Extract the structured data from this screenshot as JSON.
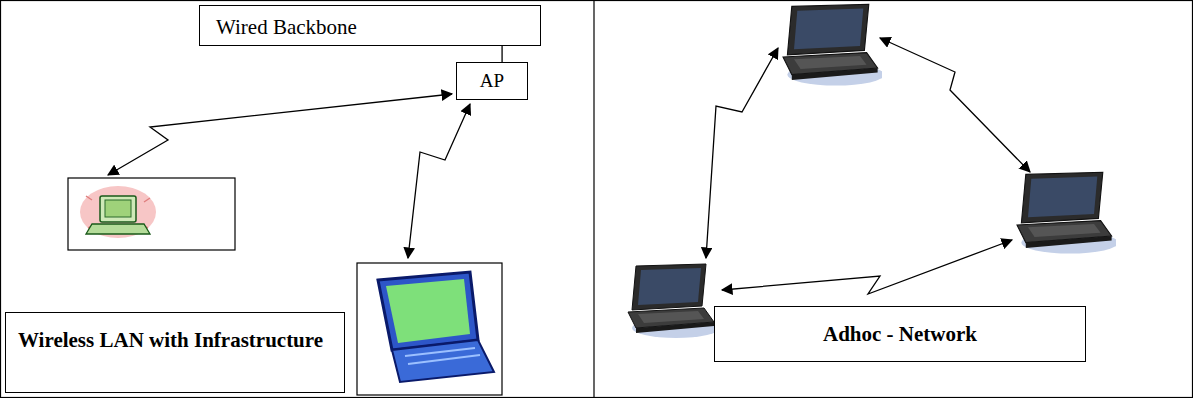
{
  "diagram": {
    "nodes": [
      {
        "text": [
          "Wired Backbone"
        ]
      },
      {
        "text": [
          "AP"
        ]
      },
      {
        "text": [
          "Wireless LAN with Infrastructure"
        ]
      },
      {
        "text": [
          "Adhoc - Network"
        ]
      }
    ],
    "edges": [
      {
        "from": 0,
        "to": 1,
        "arrow": "none"
      }
    ]
  }
}
